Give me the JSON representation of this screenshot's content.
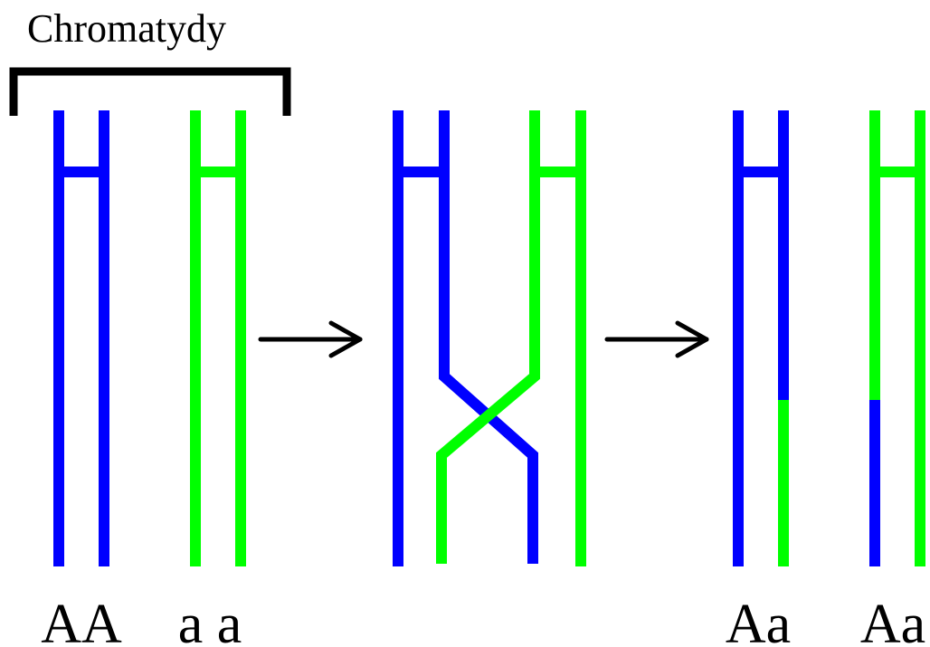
{
  "title": "Chromatydy",
  "labels": {
    "pair1": "AA",
    "pair2": "a a",
    "result1": "Aa",
    "result2": "Aa"
  },
  "colors": {
    "blue": "#0000ff",
    "green": "#00ff00",
    "black": "#000000"
  }
}
